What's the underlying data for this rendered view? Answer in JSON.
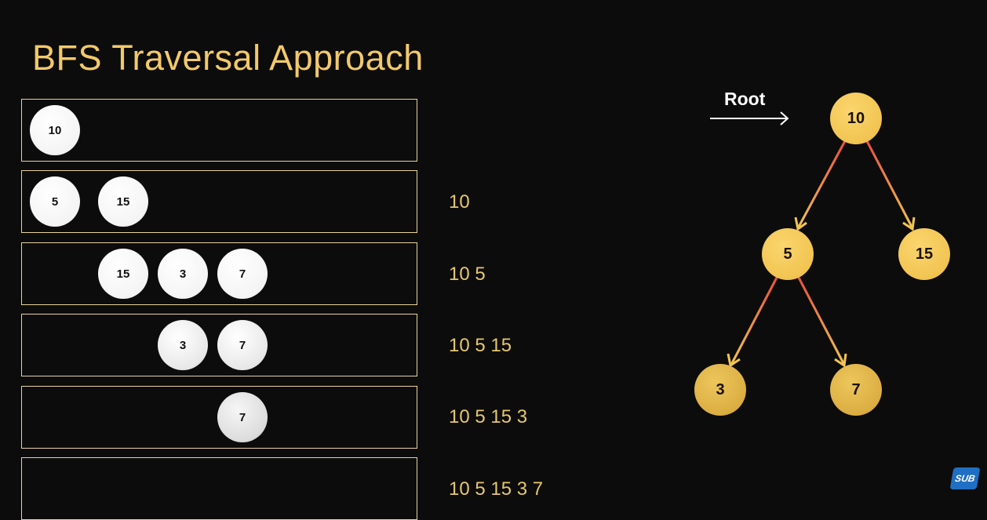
{
  "title": "BFS Traversal Approach",
  "queue_rows": [
    {
      "nodes": [
        "10"
      ],
      "visited": ""
    },
    {
      "nodes": [
        "5",
        "15"
      ],
      "visited": "10"
    },
    {
      "nodes": [
        "15",
        "3",
        "7"
      ],
      "visited": "10 5"
    },
    {
      "nodes": [
        "3",
        "7"
      ],
      "visited": "10 5 15"
    },
    {
      "nodes": [
        "7"
      ],
      "visited": "10 5 15 3"
    },
    {
      "nodes": [],
      "visited": "10 5 15 3 7"
    }
  ],
  "tree": {
    "root_label": "Root",
    "nodes": [
      "10",
      "5",
      "15",
      "3",
      "7"
    ],
    "edges": [
      [
        "10",
        "5"
      ],
      [
        "10",
        "15"
      ],
      [
        "5",
        "3"
      ],
      [
        "5",
        "7"
      ]
    ]
  },
  "badge": {
    "text": "SUB"
  },
  "colors": {
    "title": "#f2c96a",
    "node_gold": "#f2c452",
    "edge_start": "#e8503a",
    "edge_end": "#f2c452",
    "box_border": "#e8d39a"
  }
}
